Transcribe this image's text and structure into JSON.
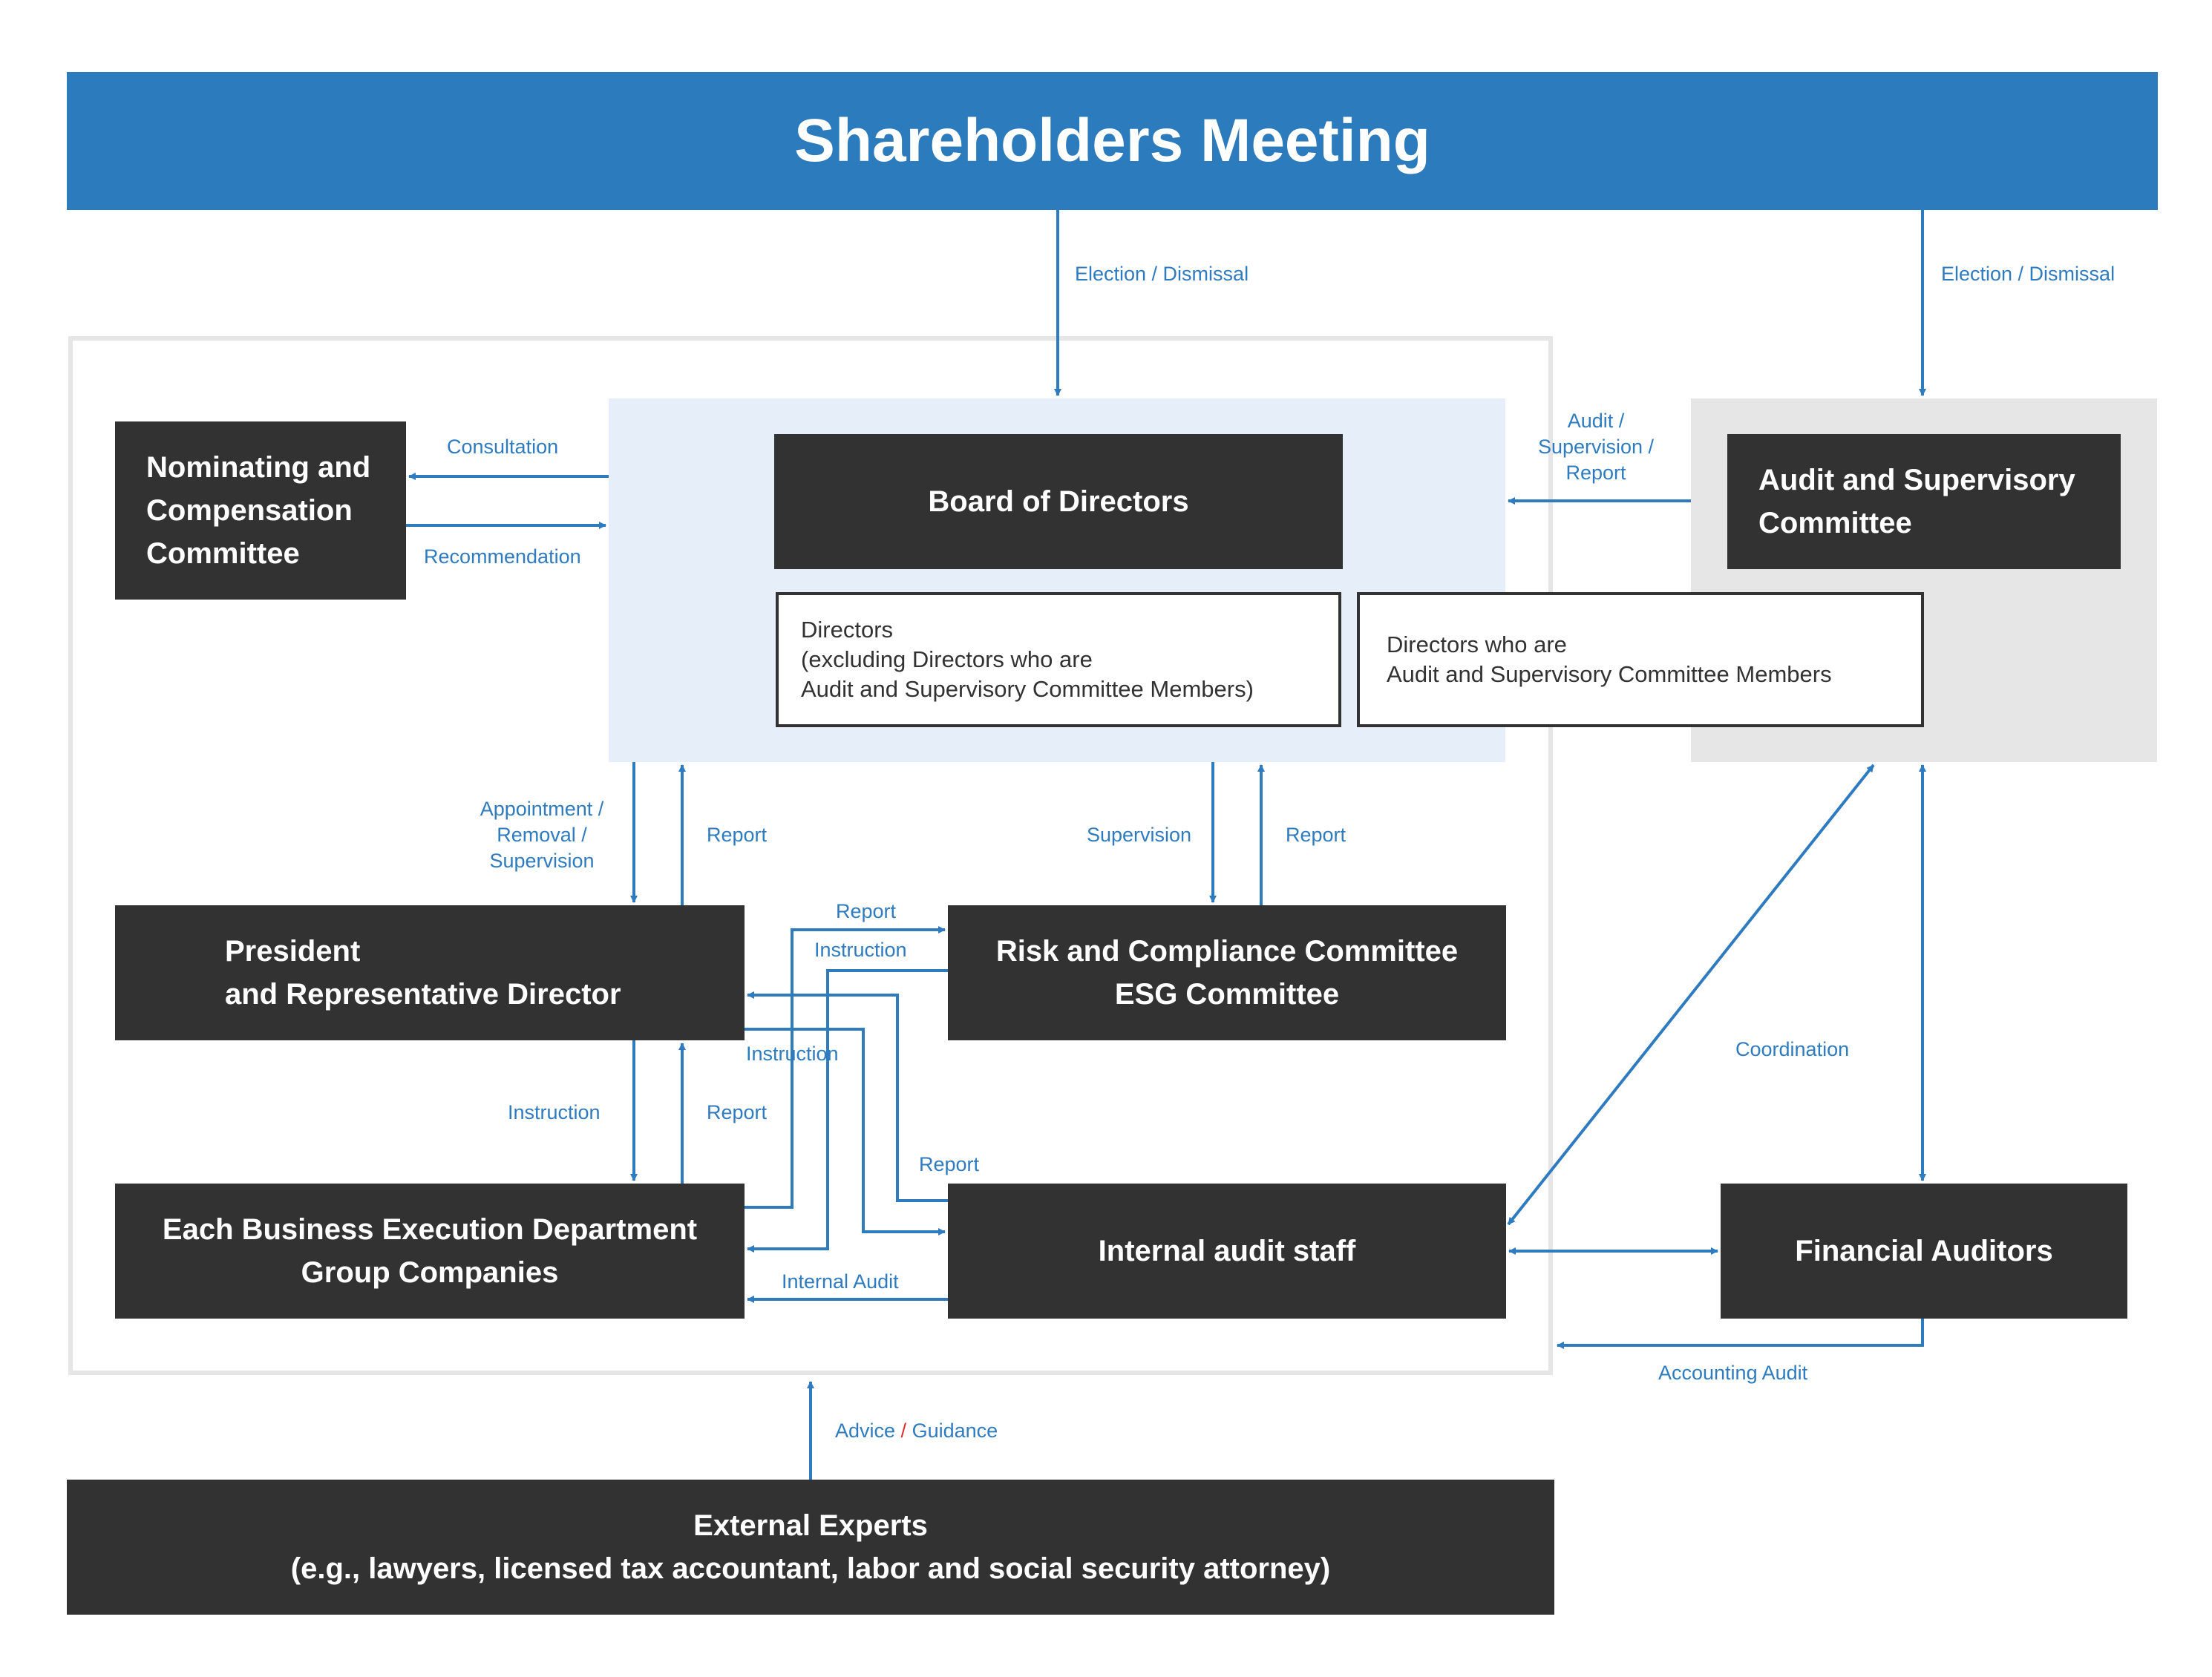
{
  "header": {
    "title": "Shareholders Meeting"
  },
  "colors": {
    "accent_blue": "#2f7bbf",
    "dark_box": "#323232",
    "board_area": "#e6eef9",
    "audit_area": "#e6e6e6",
    "frame": "#e6e6e6"
  },
  "boxes": {
    "nominating": [
      "Nominating and",
      "Compensation",
      "Committee"
    ],
    "board": "Board of Directors",
    "directors_excl": [
      "Directors",
      "(excluding Directors who are",
      "Audit and Supervisory Committee Members)"
    ],
    "directors_audit": [
      "Directors who are",
      "Audit and Supervisory Committee Members"
    ],
    "audit_committee": [
      "Audit and Supervisory",
      "Committee"
    ],
    "president": [
      "President",
      "and Representative Director"
    ],
    "risk": [
      "Risk and Compliance Committee",
      "ESG Committee"
    ],
    "business": [
      "Each Business Execution Department",
      "Group Companies"
    ],
    "internal_audit": "Internal audit staff",
    "financial_auditors": "Financial Auditors",
    "external": [
      "External Experts",
      "(e.g., lawyers, licensed tax accountant, labor and social security attorney)"
    ]
  },
  "labels": {
    "election_1": "Election / Dismissal",
    "election_2": "Election / Dismissal",
    "consultation": "Consultation",
    "recommendation": "Recommendation",
    "audit_supervision_report": [
      "Audit /",
      "Supervision /",
      "Report"
    ],
    "appointment": [
      "Appointment /",
      "Removal /",
      "Supervision"
    ],
    "report_board_left": "Report",
    "supervision_risk": "Supervision",
    "report_board_risk": "Report",
    "report_risk_top": "Report",
    "instruction_risk": "Instruction",
    "instruction_mid": "Instruction",
    "instruction_president_business": "Instruction",
    "report_business_president": "Report",
    "report_audit_staff": "Report",
    "internal_audit": "Internal Audit",
    "coordination": "Coordination",
    "accounting_audit": "Accounting Audit",
    "advice": "Advice",
    "guidance": "Guidance",
    "slash": " / "
  }
}
